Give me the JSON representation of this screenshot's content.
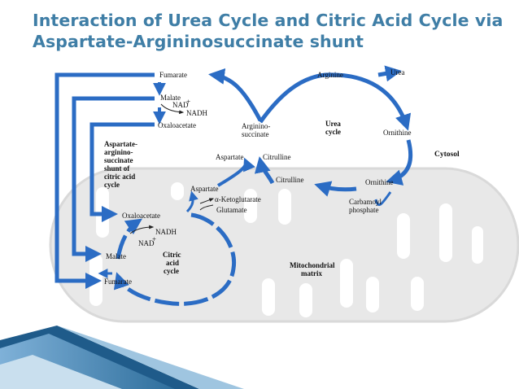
{
  "slide": {
    "title_line1": "Interaction of Urea Cycle and Citric Acid Cycle via",
    "title_line2": "Aspartate-Argininosuccinate shunt",
    "title_color": "#3f7ea6"
  },
  "diagram": {
    "arrow_color": "#2b6cc4",
    "mitochondrion_color": "#e6e6e6",
    "labels": {
      "fumarate_top": "Fumarate",
      "malate_top": "Malate",
      "nad_plus_top": "NAD",
      "nadh_top": "NADH",
      "oxaloacetate_top": "Oxaloacetate",
      "shunt_line1": "Aspartate-",
      "shunt_line2": "arginino-",
      "shunt_line3": "succinate",
      "shunt_line4": "shunt of",
      "shunt_line5": "citric acid",
      "shunt_line6": "cycle",
      "arginine": "Arginine",
      "urea": "Urea",
      "argininosuccinate_line1": "Arginino-",
      "argininosuccinate_line2": "succinate",
      "urea_cycle_line1": "Urea",
      "urea_cycle_line2": "cycle",
      "ornithine_cytosol": "Ornithine",
      "cytosol": "Cytosol",
      "aspartate_cytosol": "Aspartate",
      "citrulline_cytosol": "Citrulline",
      "citrulline_mito": "Citrulline",
      "ornithine_mito": "Ornithine",
      "aspartate_mito": "Aspartate",
      "alpha_ketoglutarate": "α-Ketoglutarate",
      "glutamate": "Glutamate",
      "carbamoyl_line1": "Carbamoyl",
      "carbamoyl_line2": "phosphate",
      "oxaloacetate_mito": "Oxaloacetate",
      "nadh_mito": "NADH",
      "nad_plus_mito": "NAD",
      "malate_mito": "Malate",
      "citric_line1": "Citric",
      "citric_line2": "acid",
      "citric_line3": "cycle",
      "mito_matrix_line1": "Mitochondrial",
      "mito_matrix_line2": "matrix",
      "fumarate_mito": "Fumarate"
    }
  }
}
